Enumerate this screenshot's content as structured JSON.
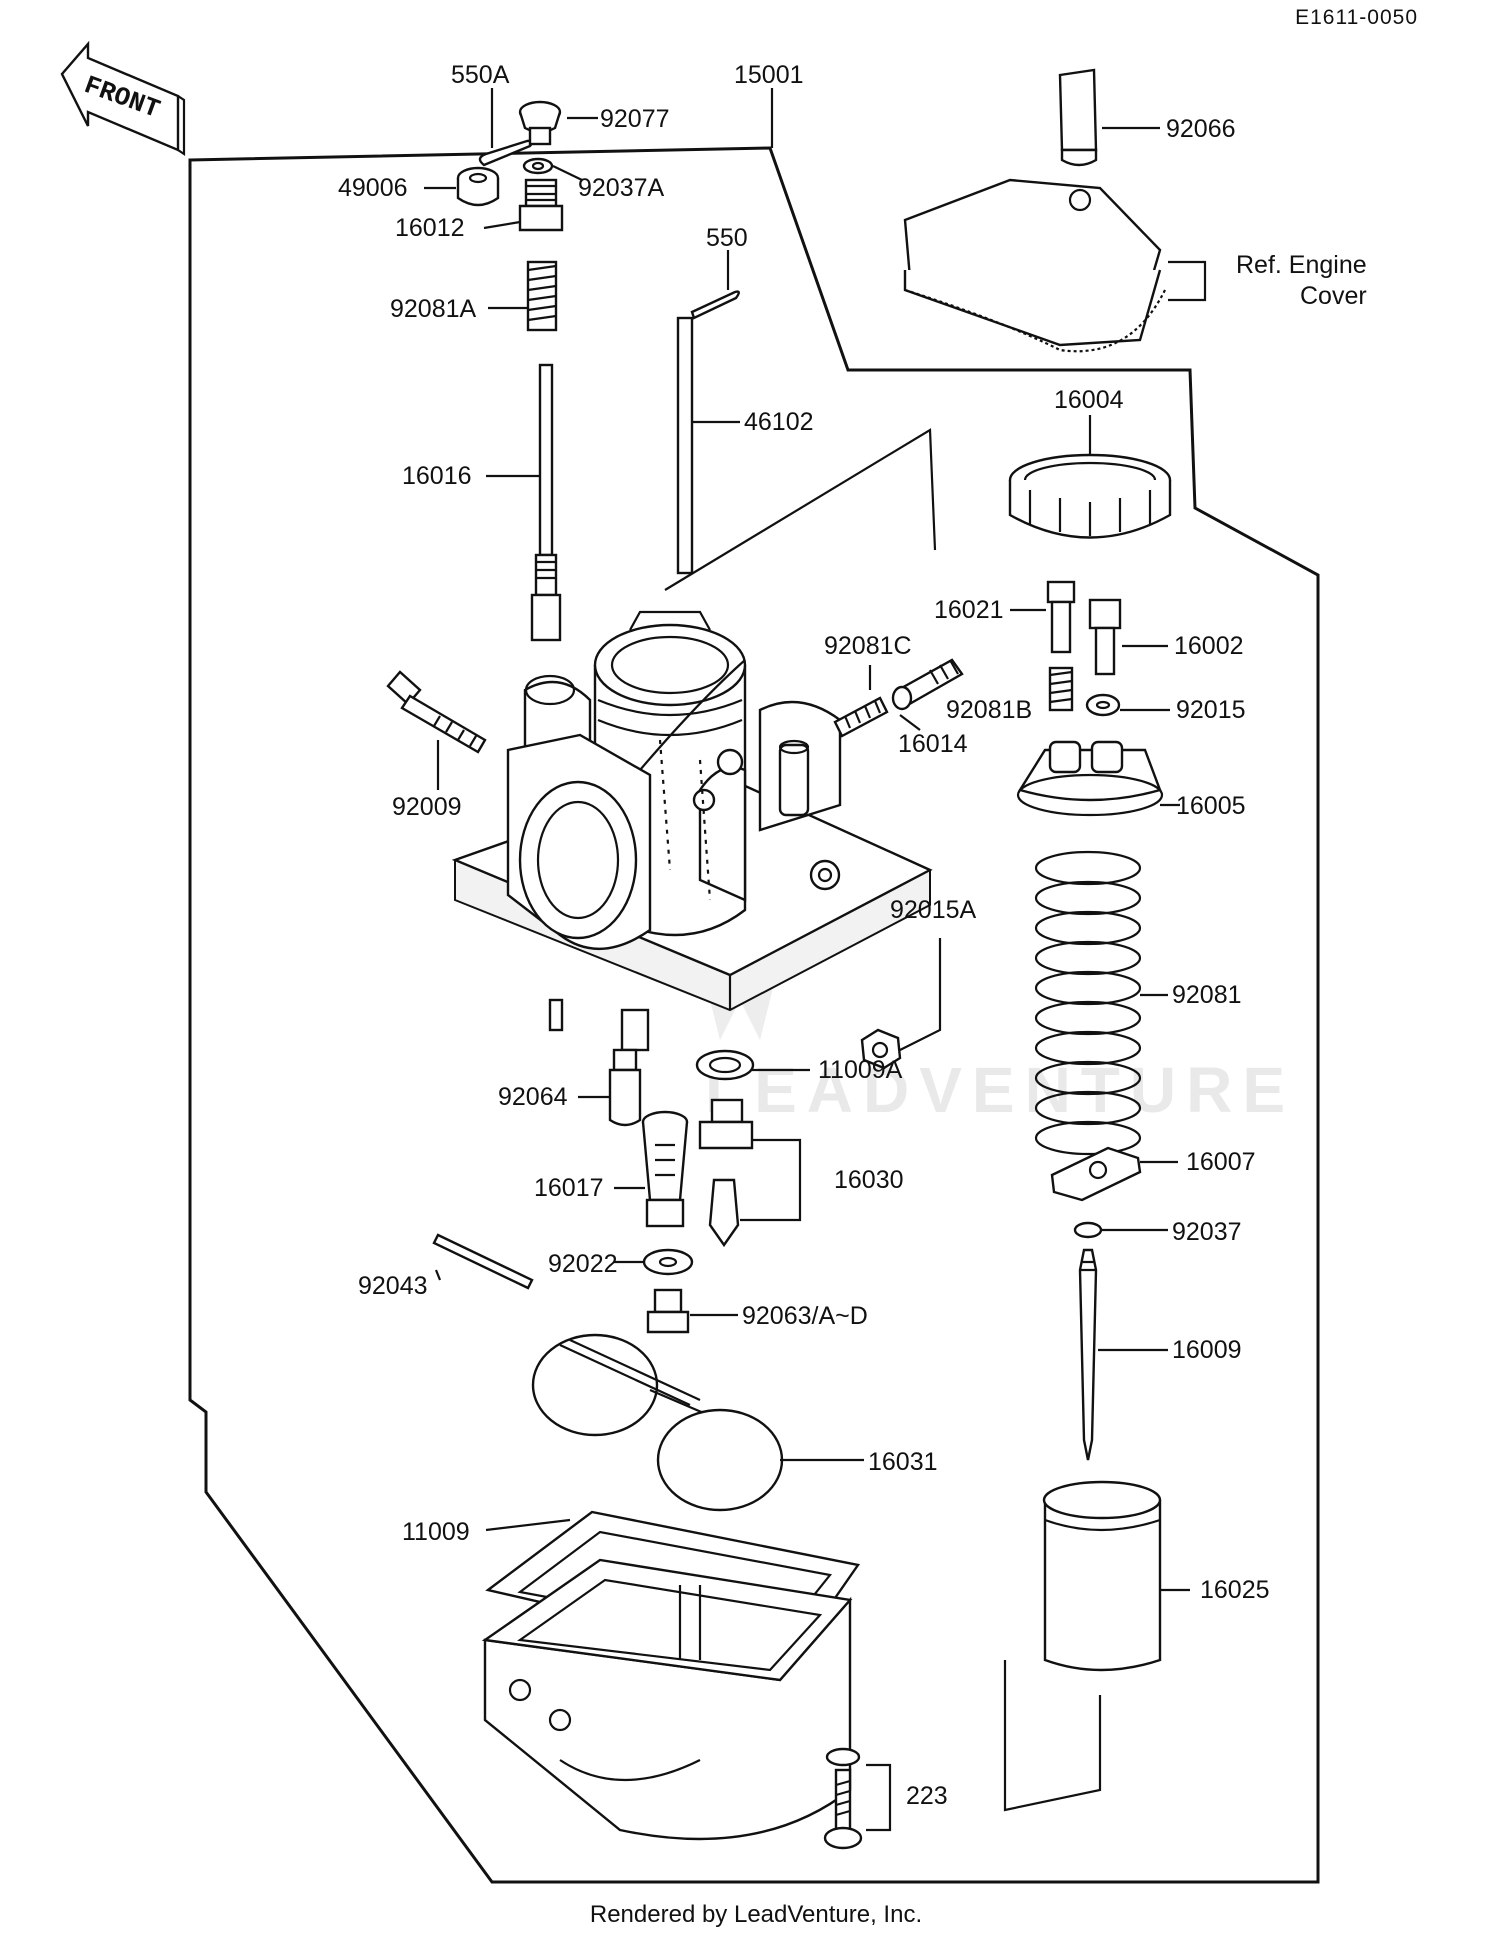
{
  "diagram_code": "E1611-0050",
  "front_label": "FRONT",
  "ref_note": [
    "Ref. Engine",
    "Cover"
  ],
  "footer": "Rendered by LeadVenture, Inc.",
  "watermark": "LEADVENTURE",
  "callouts": [
    {
      "id": "550A",
      "text": "550A"
    },
    {
      "id": "15001",
      "text": "15001"
    },
    {
      "id": "92077",
      "text": "92077"
    },
    {
      "id": "49006",
      "text": "49006"
    },
    {
      "id": "92037A",
      "text": "92037A"
    },
    {
      "id": "16012",
      "text": "16012"
    },
    {
      "id": "550",
      "text": "550"
    },
    {
      "id": "92081A",
      "text": "92081A"
    },
    {
      "id": "46102",
      "text": "46102"
    },
    {
      "id": "16016",
      "text": "16016"
    },
    {
      "id": "92066",
      "text": "92066"
    },
    {
      "id": "16004",
      "text": "16004"
    },
    {
      "id": "16021",
      "text": "16021"
    },
    {
      "id": "16002",
      "text": "16002"
    },
    {
      "id": "92081C",
      "text": "92081C"
    },
    {
      "id": "92081B",
      "text": "92081B"
    },
    {
      "id": "92015",
      "text": "92015"
    },
    {
      "id": "16014",
      "text": "16014"
    },
    {
      "id": "92009",
      "text": "92009"
    },
    {
      "id": "16005",
      "text": "16005"
    },
    {
      "id": "92015A",
      "text": "92015A"
    },
    {
      "id": "92081",
      "text": "92081"
    },
    {
      "id": "11009A",
      "text": "11009A"
    },
    {
      "id": "92064",
      "text": "92064"
    },
    {
      "id": "16007",
      "text": "16007"
    },
    {
      "id": "16017",
      "text": "16017"
    },
    {
      "id": "16030",
      "text": "16030"
    },
    {
      "id": "92037",
      "text": "92037"
    },
    {
      "id": "92022",
      "text": "92022"
    },
    {
      "id": "92043",
      "text": "92043"
    },
    {
      "id": "92063AD",
      "text": "92063/A~D"
    },
    {
      "id": "16009",
      "text": "16009"
    },
    {
      "id": "16031",
      "text": "16031"
    },
    {
      "id": "11009",
      "text": "11009"
    },
    {
      "id": "16025",
      "text": "16025"
    },
    {
      "id": "223",
      "text": "223"
    }
  ]
}
